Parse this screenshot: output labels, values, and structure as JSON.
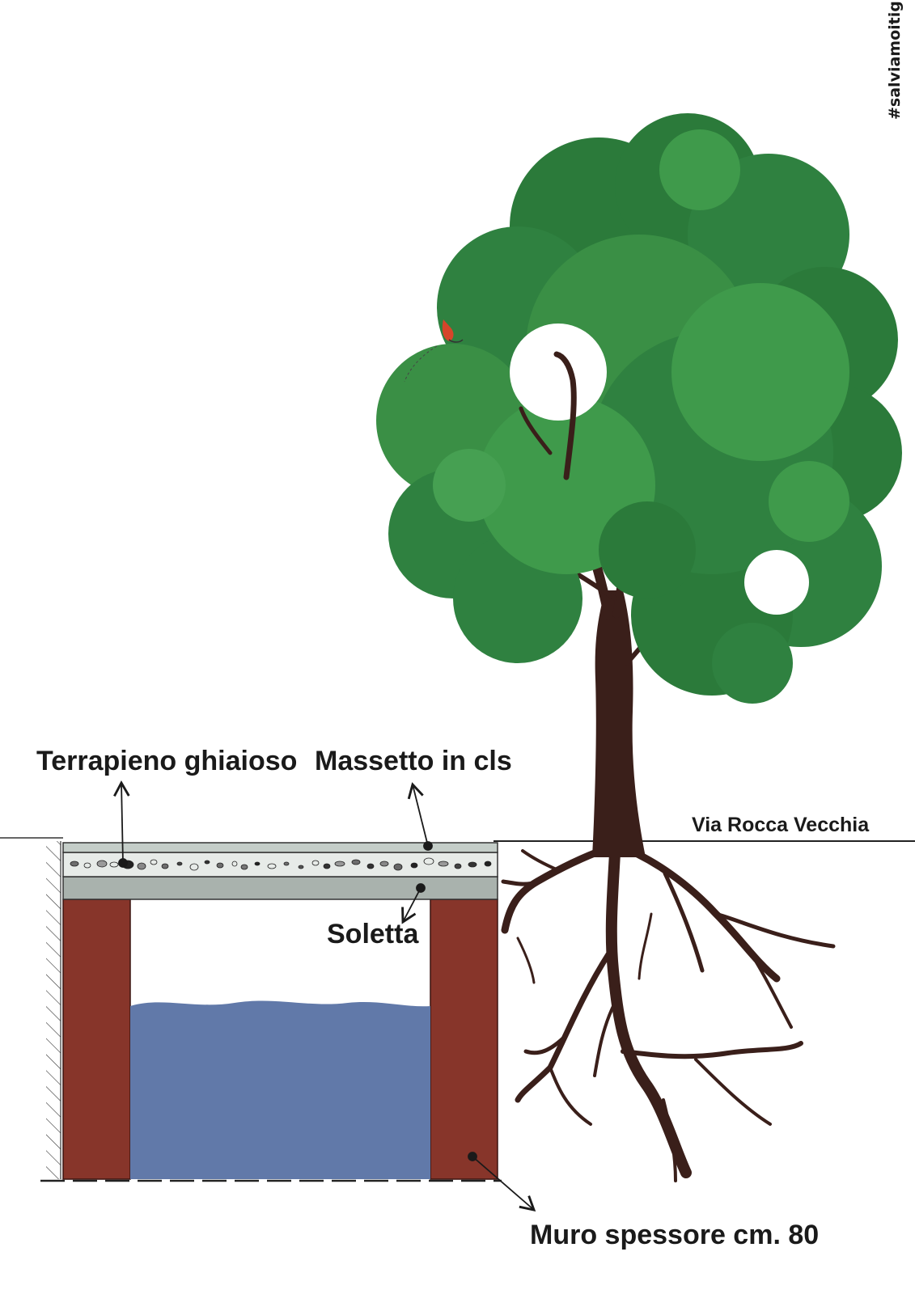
{
  "hashtag": "#salviamoitigli",
  "labels": {
    "gravel_fill": "Terrapieno ghiaioso",
    "screed": "Massetto in cls",
    "slab": "Soletta",
    "wall": "Muro spessore cm. 80",
    "street": "Via Rocca Vecchia"
  },
  "colors": {
    "wall": "#87352a",
    "water": "#6179a9",
    "slab": "#a9b2ad",
    "screed": "#c4cdc8",
    "gravel_bg": "#e7ebe8",
    "trunk": "#3a1f1a",
    "foliage_dark": "#2b7a3a",
    "foliage_light": "#3f9a4b",
    "bird": "#d6452a"
  }
}
